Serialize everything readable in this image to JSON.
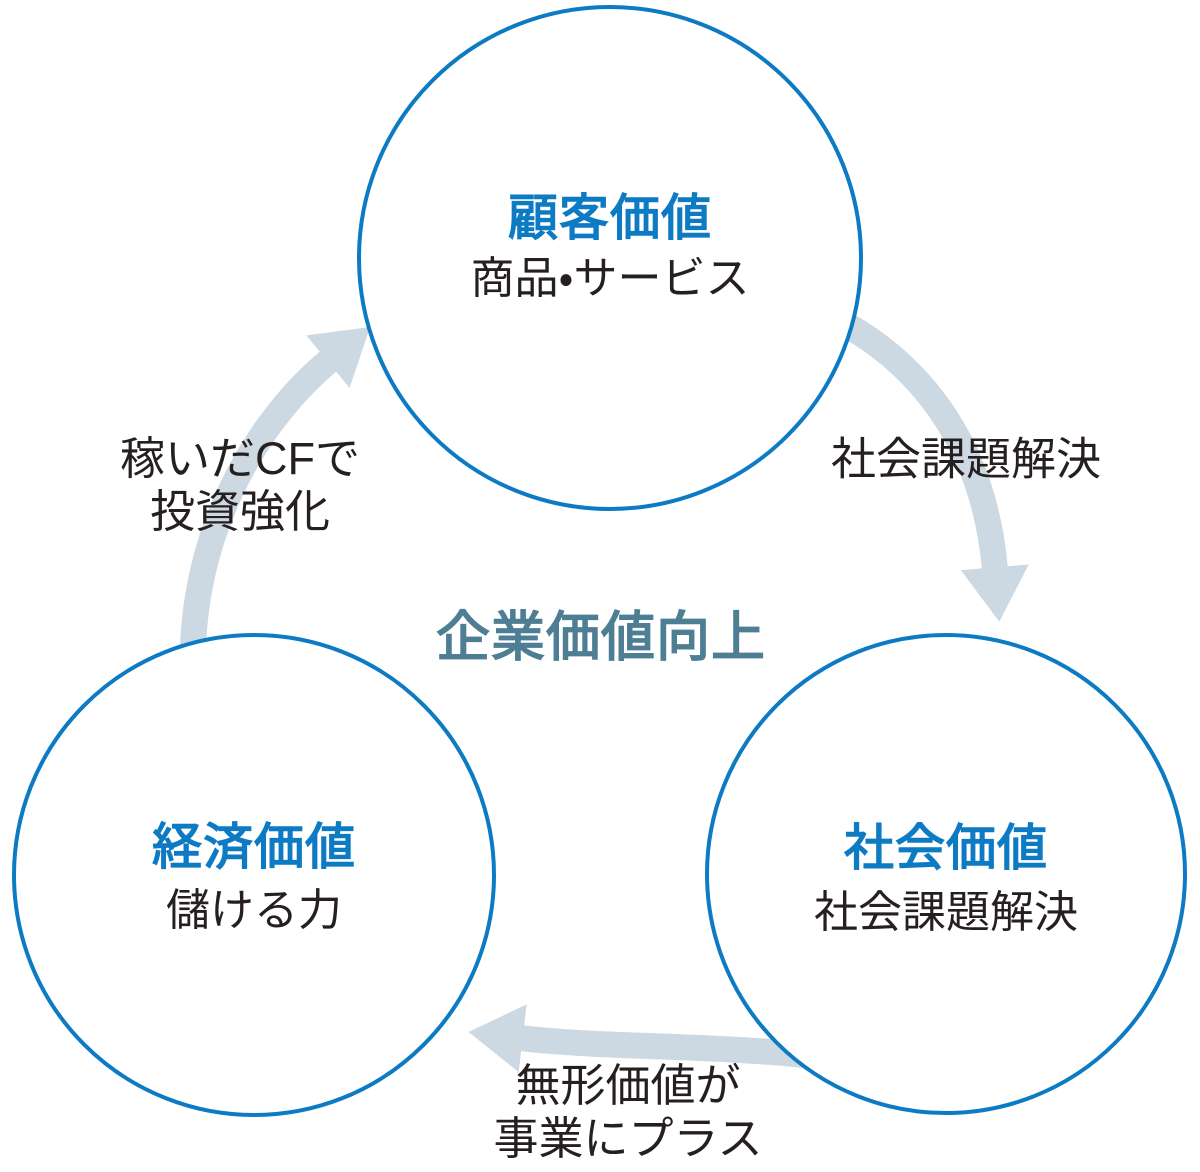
{
  "center": {
    "label": "企業価値向上"
  },
  "nodes": {
    "customer": {
      "title": "顧客価値",
      "subtitle": "商品・サービス"
    },
    "economic": {
      "title": "経済価値",
      "subtitle": "儲ける力"
    },
    "social": {
      "title": "社会価値",
      "subtitle": "社会課題解決"
    }
  },
  "arrows": {
    "customer_to_social": {
      "label": "社会課題解決"
    },
    "social_to_economic": {
      "lines": [
        "無形価値が",
        "事業にプラス"
      ]
    },
    "economic_to_customer": {
      "lines": [
        "稼いだCFで",
        "投資強化"
      ]
    }
  },
  "colors": {
    "accent_blue": "#0d7ac4",
    "center_teal": "#4e7e94",
    "arrow_gray": "#cdd9e2",
    "text_black": "#251f20",
    "bg": "#ffffff"
  }
}
